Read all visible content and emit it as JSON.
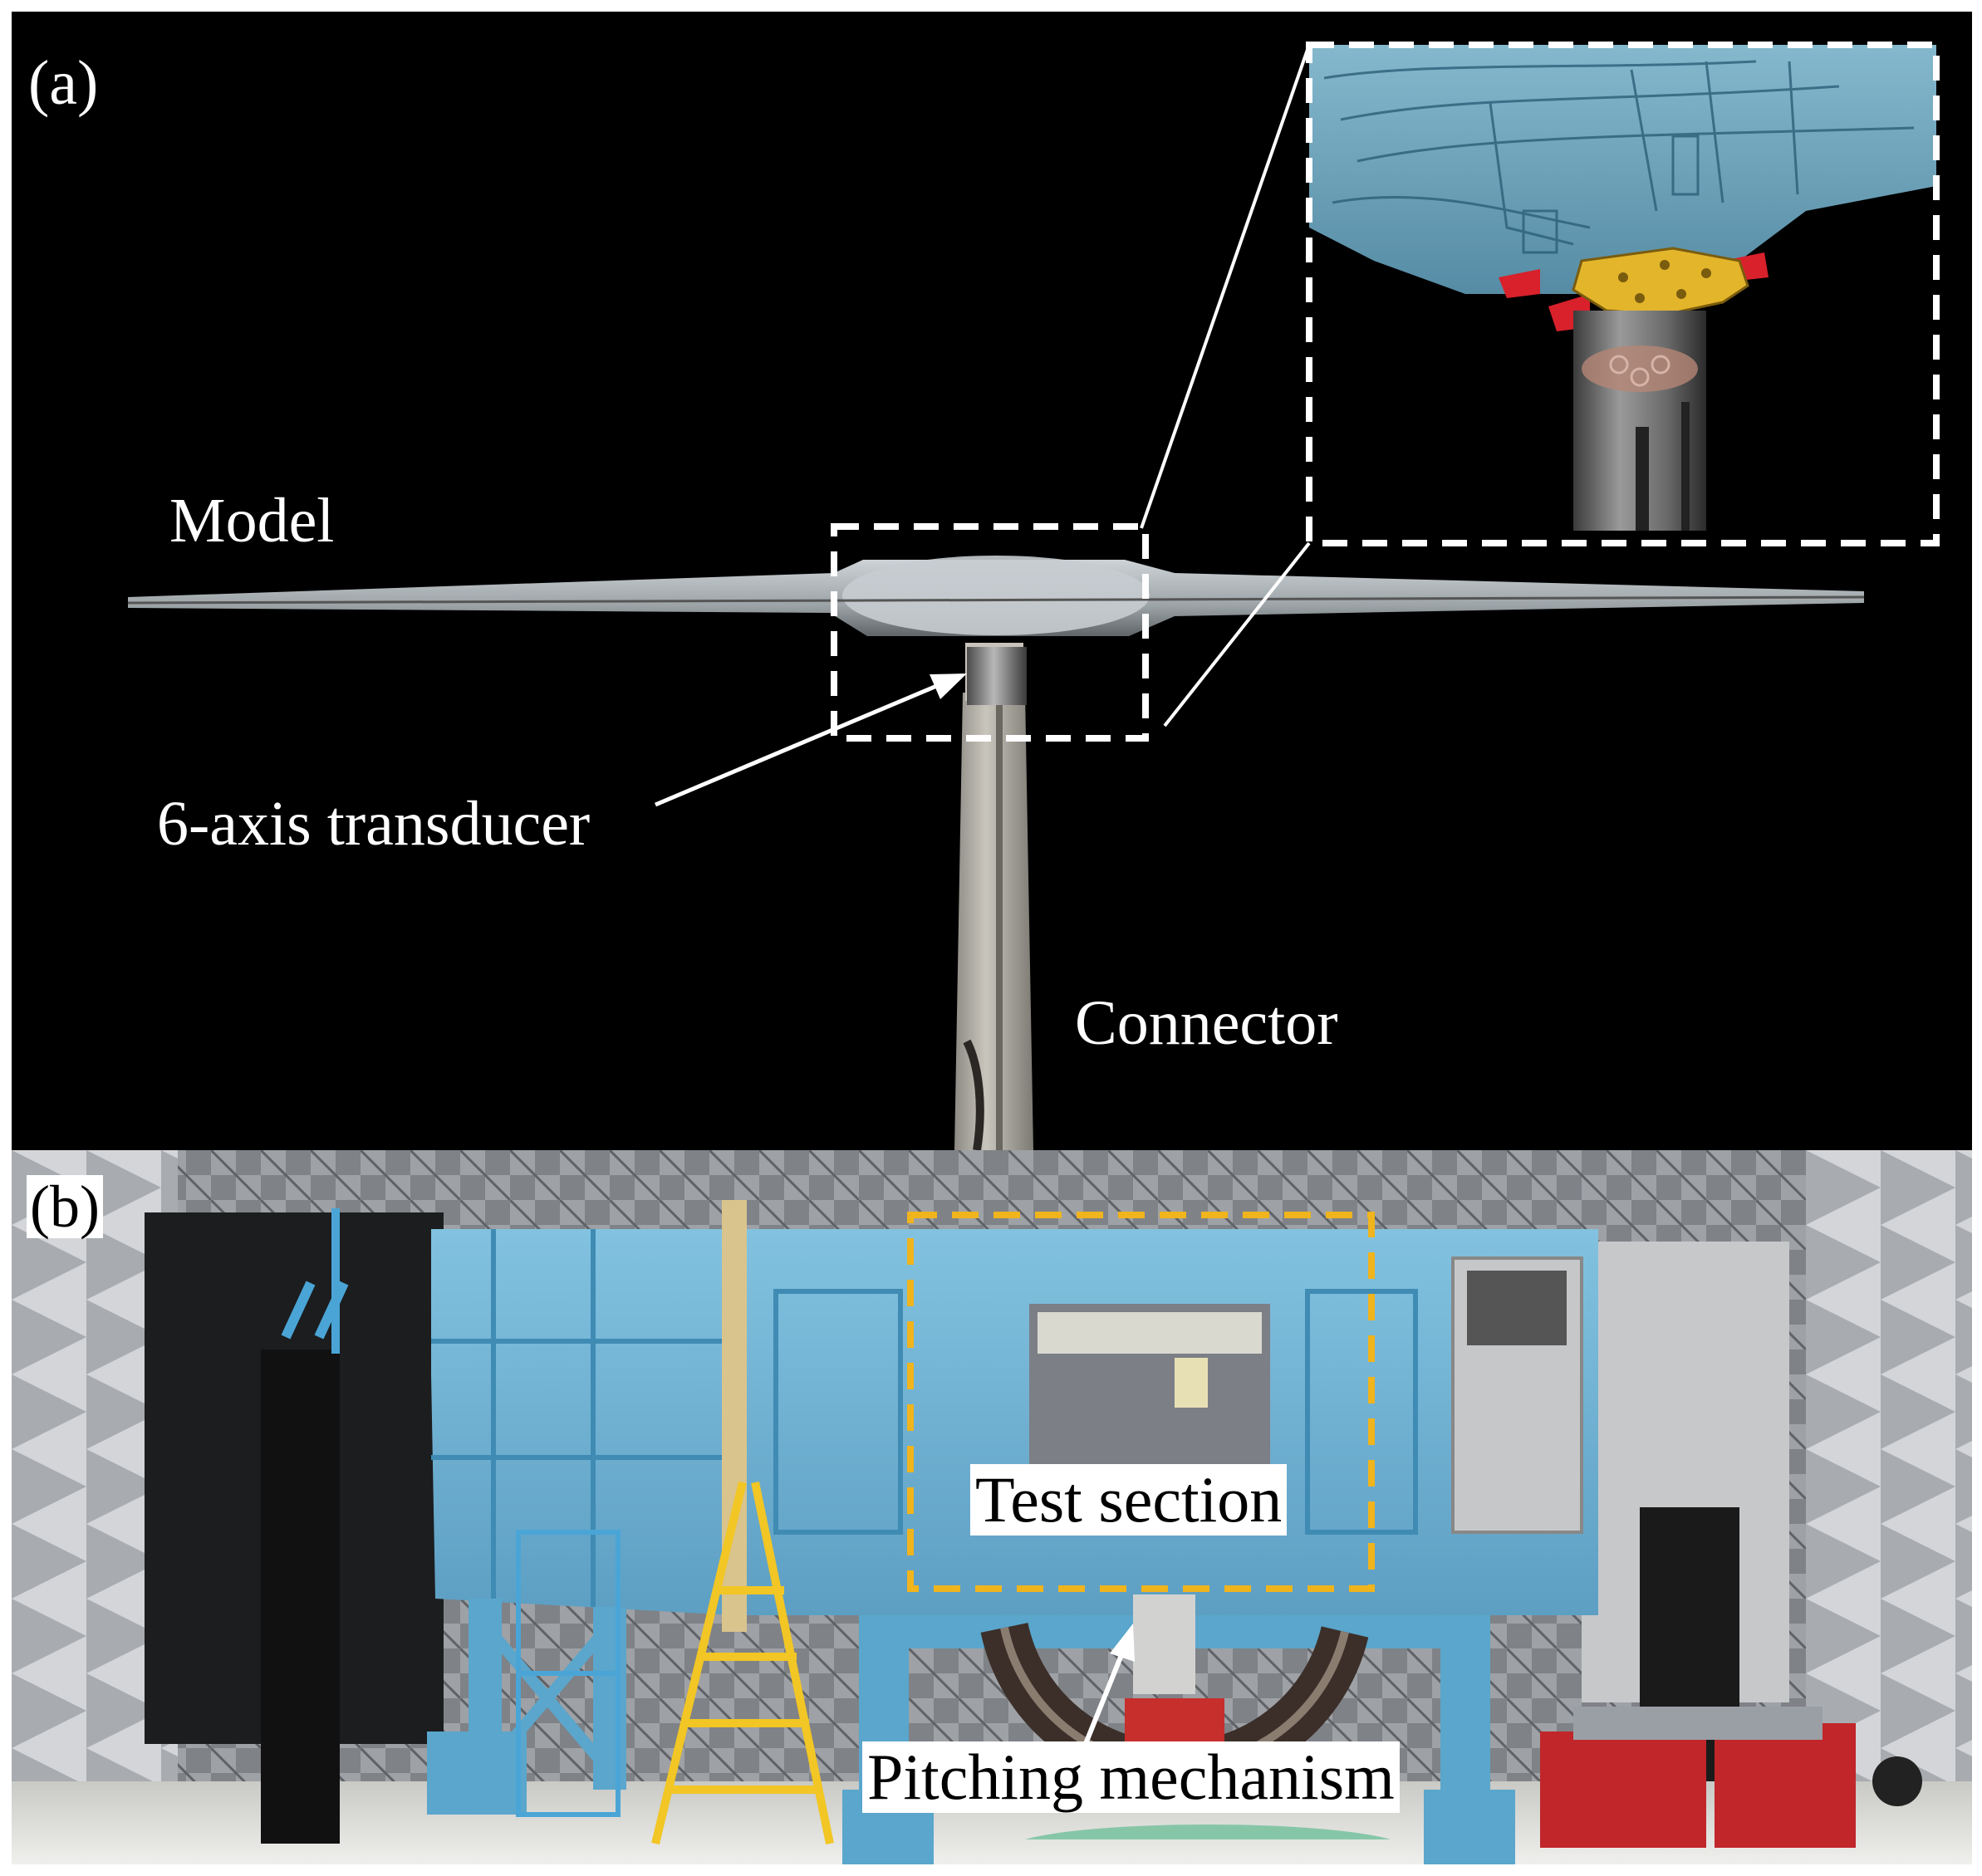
{
  "panel_a": {
    "tag": "(a)",
    "labels": {
      "model": "Model",
      "transducer": "6-axis transducer",
      "connector": "Connector"
    }
  },
  "panel_b": {
    "tag": "(b)",
    "labels": {
      "test_section": "Test section",
      "pitching": "Pitching mechanism"
    }
  },
  "colors": {
    "background_a": "#000000",
    "inset_blue": "#7fb7cf",
    "transducer_gold": "#e3b52b",
    "mount_red": "#d8212b",
    "tunnel_blue": "#6eb2d4",
    "highlight_box_orange": "#f0b41c",
    "dashed_white": "#ffffff"
  }
}
